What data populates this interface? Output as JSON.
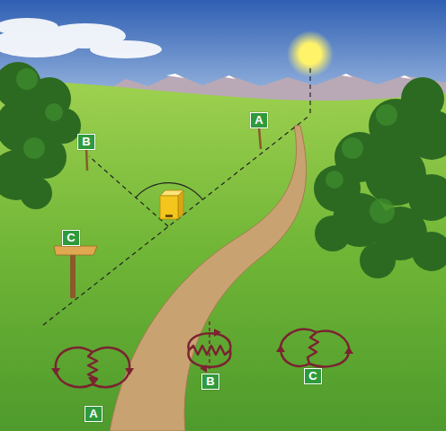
{
  "diagram": {
    "nodes": [
      {
        "text": [
          "A"
        ]
      },
      {
        "text": [
          "B"
        ]
      },
      {
        "text": [
          "C"
        ]
      },
      {
        "text": [
          "A"
        ]
      },
      {
        "text": [
          "B"
        ]
      },
      {
        "text": [
          "C"
        ]
      }
    ]
  }
}
